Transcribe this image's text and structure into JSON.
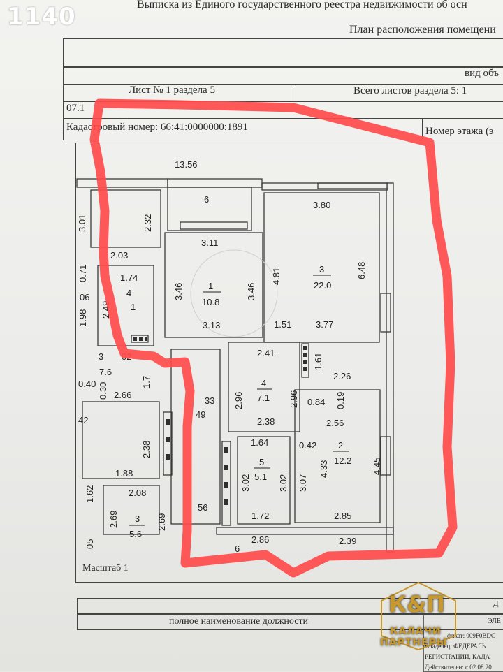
{
  "badge": "1140",
  "header": {
    "title": "Выписка из Единого государственного реестра недвижимости об осн",
    "subtitle": "План расположения помещени",
    "view_label": "вид объ",
    "sheet_label": "Лист № 1 раздела 5",
    "total_sheets": "Всего листов раздела 5: 1",
    "date_fragment": "07.1",
    "cadastral": "Кадастровый номер: 66:41:0000000:1891",
    "floor": "Номер этажа (э"
  },
  "scale_label": "Масштаб 1",
  "position_label": "полное наименование должности",
  "signature_lines": [
    "фикат: 009F0BDC",
    "Владелец: ФЕДЕРАЛЬ",
    "РЕГИСТРАЦИИ, КАДА",
    "Действителен: с 02.08.20"
  ],
  "right_fragments": [
    "Д",
    "ЭЛЕ"
  ],
  "logo": {
    "monogram": "К&П",
    "line1": "КАЛАЧИ",
    "line2": "ПАРТНЕРЫ"
  },
  "plan": {
    "dims": {
      "top_width": "13.56",
      "n_6": "6",
      "n_380": "3.80",
      "n_301": "3.01",
      "n_232": "2.32",
      "n_311": "3.11",
      "n_203": "2.03",
      "n_071": "0.71",
      "n_174": "1.74",
      "n_4": "4",
      "n_1": "1",
      "n_06": "06",
      "n_198": "1.98",
      "n_249": "2.49",
      "n_346a": "3.46",
      "n_346b": "3.46",
      "n_481": "4.81",
      "n_648": "6.48",
      "n_313": "3.13",
      "n_151": "1.51",
      "n_377": "3.77",
      "n_3a": "3",
      "n_76": "7.6",
      "n_02": "02",
      "n_241": "2.41",
      "n_161": "1.61",
      "n_226": "2.26",
      "n_040": "0.40",
      "n_030": "0.30",
      "n_266": "2.66",
      "n_17": "1.7",
      "n_33": "33",
      "n_296a": "2.96",
      "n_296b": "2.96",
      "n_084": "0.84",
      "n_019": "0.19",
      "n_42": "42",
      "n_49": "49",
      "n_238a": "2.38",
      "n_256": "2.56",
      "n_238b": "2.38",
      "n_164": "1.64",
      "n_042": "0.42",
      "n_188": "1.88",
      "n_302a": "3.02",
      "n_302b": "3.02",
      "n_307": "3.07",
      "n_433": "4.33",
      "n_445": "4.45",
      "n_162": "1.62",
      "n_208": "2.08",
      "n_269a": "2.69",
      "n_269b": "2.69",
      "n_56": "56",
      "n_172": "1.72",
      "n_285": "2.85",
      "n_05": "05",
      "n_286": "2.86",
      "n_239": "2.39",
      "n_6b": "6"
    },
    "rooms": [
      {
        "num": "1",
        "area": "10.8"
      },
      {
        "num": "3",
        "area": "22.0"
      },
      {
        "num": "4",
        "area": "7.1"
      },
      {
        "num": "5",
        "area": "5.1"
      },
      {
        "num": "2",
        "area": "12.2"
      },
      {
        "num": "3",
        "area": "5.6"
      }
    ]
  },
  "colors": {
    "highlight": "#ff4b4b",
    "logo_gold": "#c89a2e"
  }
}
